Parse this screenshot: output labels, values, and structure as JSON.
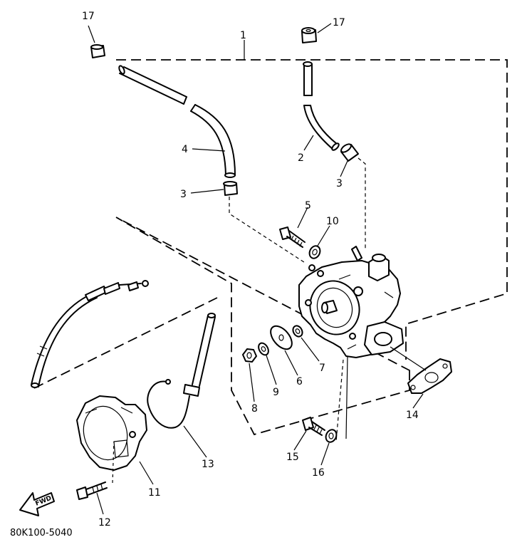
{
  "diagram": {
    "drawing_code": "80K100-5040",
    "fwd_label": "FWD",
    "callouts": {
      "c1": "1",
      "c2": "2",
      "c3a": "3",
      "c3b": "3",
      "c4": "4",
      "c5": "5",
      "c6": "6",
      "c7": "7",
      "c8": "8",
      "c9": "9",
      "c10": "10",
      "c11": "11",
      "c12": "12",
      "c13": "13",
      "c14": "14",
      "c15": "15",
      "c16": "16",
      "c17a": "17",
      "c17b": "17"
    }
  }
}
